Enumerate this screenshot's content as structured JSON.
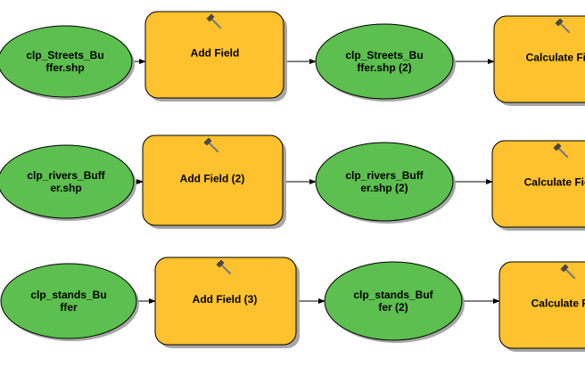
{
  "colors": {
    "data_fill": "#5cbf4f",
    "tool_fill": "#fdc22d",
    "stroke": "#000000",
    "shadow": "#a7a7a7",
    "connector": "#000000"
  },
  "rows": [
    {
      "input": {
        "lines": [
          "clp_Streets_Bu",
          "ffer.shp"
        ]
      },
      "tool": {
        "lines": [
          "Add Field"
        ],
        "icon": "hammer-icon"
      },
      "output": {
        "lines": [
          "clp_Streets_Bu",
          "ffer.shp (2)"
        ]
      },
      "next": {
        "lines": [
          "Calculate Field"
        ],
        "icon": "hammer-icon"
      }
    },
    {
      "input": {
        "lines": [
          "clp_rivers_Buff",
          "er.shp"
        ]
      },
      "tool": {
        "lines": [
          "Add Field (2)"
        ],
        "icon": "hammer-icon"
      },
      "output": {
        "lines": [
          "clp_rivers_Buff",
          "er.shp (2)"
        ]
      },
      "next": {
        "lines": [
          "Calculate Field"
        ],
        "icon": "hammer-icon"
      }
    },
    {
      "input": {
        "lines": [
          "clp_stands_Bu",
          "ffer"
        ]
      },
      "tool": {
        "lines": [
          "Add Field (3)"
        ],
        "icon": "hammer-icon"
      },
      "output": {
        "lines": [
          "clp_stands_Buf",
          "fer (2)"
        ]
      },
      "next": {
        "lines": [
          "Calculate Field"
        ],
        "icon": "hammer-icon"
      }
    }
  ]
}
